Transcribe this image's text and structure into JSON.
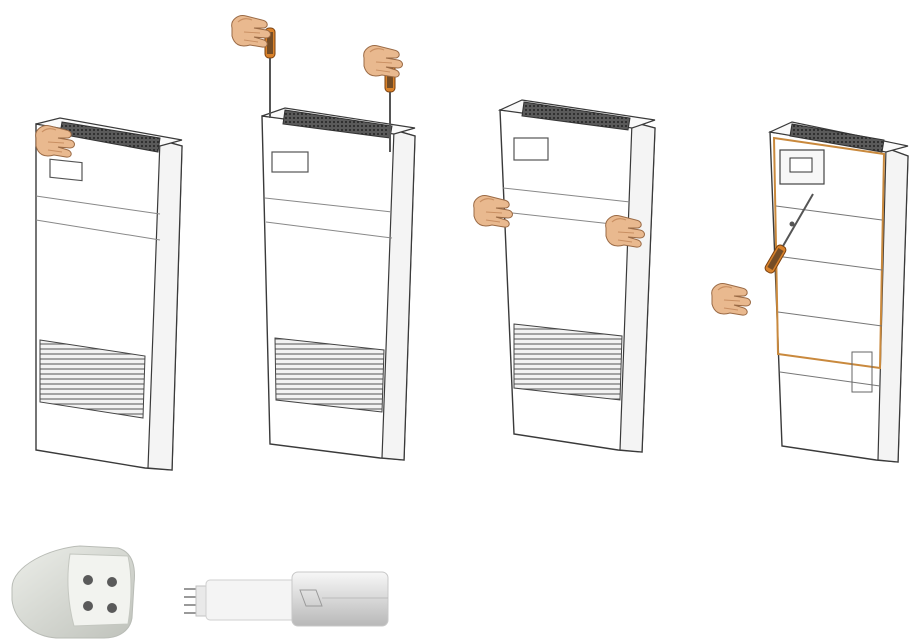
{
  "figure": {
    "steps": [
      {
        "step": 1,
        "action": "hand-press-top-cover",
        "tools": [
          "hand"
        ]
      },
      {
        "step": 2,
        "action": "unscrew-top-screws",
        "tools": [
          "screwdriver",
          "screwdriver"
        ]
      },
      {
        "step": 3,
        "action": "lift-off-front-panel",
        "tools": [
          "hand",
          "hand"
        ]
      },
      {
        "step": 4,
        "action": "unscrew-inner-panel",
        "tools": [
          "screwdriver"
        ]
      }
    ],
    "parts": [
      "uv-lamp-connector",
      "uv-lamp-tube"
    ]
  },
  "colors": {
    "cabinet_fill": "#ffffff",
    "cabinet_stroke": "#3a3a3a",
    "vent_dark": "#4a4a4a",
    "grille": "#7a7a7a",
    "skin": "#e9b98f",
    "skin_shadow": "#c98f62",
    "screwdriver_handle": "#d9822b",
    "screwdriver_shaft": "#555555",
    "inner_frame": "#c9893d",
    "lamp_glass": "#e8e8e8",
    "connector": "#d9dcd6"
  }
}
